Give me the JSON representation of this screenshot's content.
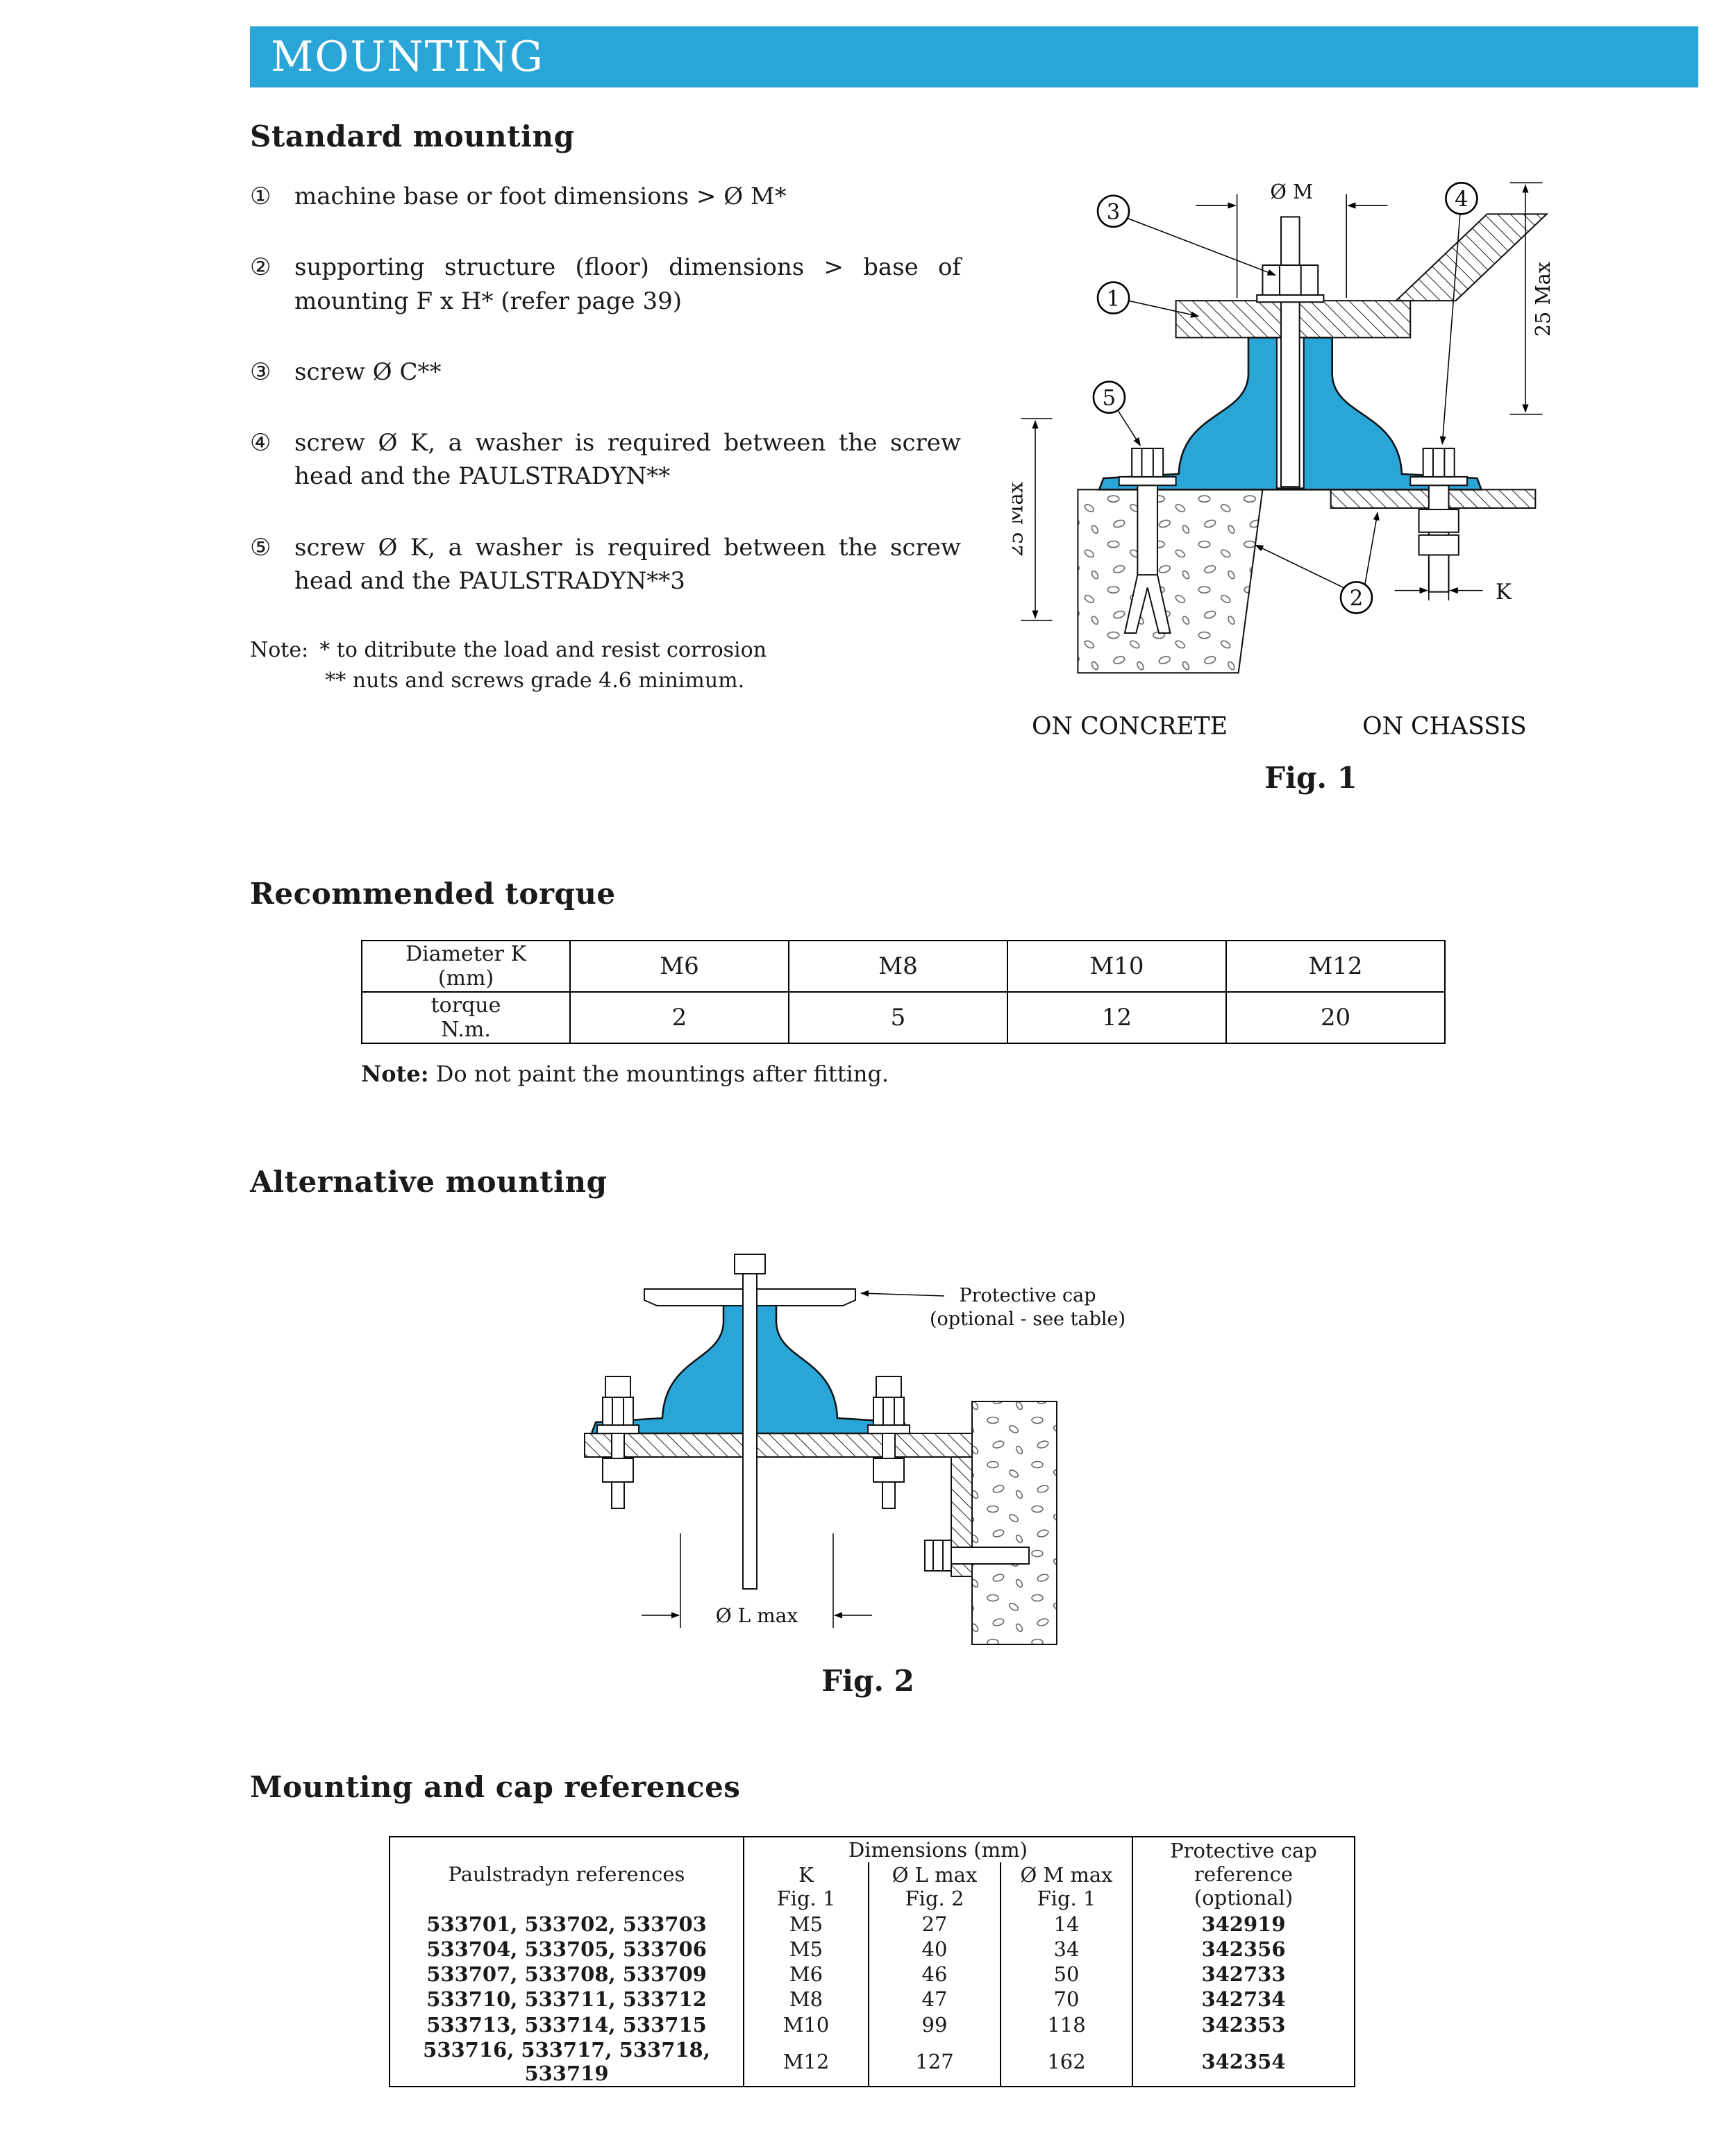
{
  "colors": {
    "accent": "#29a5d8"
  },
  "header": {
    "title": "MOUNTING"
  },
  "standard_mounting": {
    "heading": "Standard mounting",
    "items": [
      {
        "num": "①",
        "text": "machine base or foot dimensions > Ø M*"
      },
      {
        "num": "②",
        "text": "supporting structure (floor) dimensions > base of mounting F x H* (refer page 39)"
      },
      {
        "num": "③",
        "text": "screw Ø C**"
      },
      {
        "num": "④",
        "text": "screw Ø K, a washer is required between the screw head and the PAULSTRADYN**"
      },
      {
        "num": "⑤",
        "text": "screw Ø K, a washer is required between the screw head and the PAULSTRADYN**3"
      }
    ],
    "note_label": "Note:",
    "note_line1": "* to ditribute the load and resist corrosion",
    "note_line2": "** nuts and screws grade 4.6 minimum."
  },
  "fig1": {
    "dim_m": "Ø M",
    "dim_25_right": "25 Max",
    "dim_25_left": "25 Max",
    "dim_k": "K",
    "callout_1": "1",
    "callout_2": "2",
    "callout_3": "3",
    "callout_4": "4",
    "callout_5": "5",
    "label_concrete": "ON CONCRETE",
    "label_chassis": "ON CHASSIS",
    "caption": "Fig. 1"
  },
  "torque": {
    "heading": "Recommended torque",
    "table": {
      "corner_line1": "Diameter K",
      "corner_line2": "(mm)",
      "row_line1": "torque",
      "row_line2": "N.m.",
      "columns": [
        "M6",
        "M8",
        "M10",
        "M12"
      ],
      "values": [
        "2",
        "5",
        "12",
        "20"
      ]
    },
    "note_label": "Note:",
    "note_text": "Do not paint the mountings after fitting."
  },
  "alternative": {
    "heading": "Alternative mounting",
    "fig2": {
      "cap_label_line1": "Protective cap",
      "cap_label_line2": "(optional - see table)",
      "dim_l": "Ø L max",
      "caption": "Fig. 2"
    }
  },
  "references": {
    "heading": "Mounting and cap references",
    "table": {
      "col1_header": "Paulstradyn references",
      "dims_header": "Dimensions (mm)",
      "sub_headers": [
        {
          "line1": "K",
          "line2": "Fig. 1"
        },
        {
          "line1": "Ø L max",
          "line2": "Fig. 2"
        },
        {
          "line1": "Ø M max",
          "line2": "Fig. 1"
        }
      ],
      "cap_header": [
        "Protective cap",
        "reference",
        "(optional)"
      ],
      "rows": [
        {
          "refs": "533701, 533702, 533703",
          "k": "M5",
          "l_max": "27",
          "m_max": "14",
          "cap": "342919"
        },
        {
          "refs": "533704, 533705, 533706",
          "k": "M5",
          "l_max": "40",
          "m_max": "34",
          "cap": "342356"
        },
        {
          "refs": "533707, 533708, 533709",
          "k": "M6",
          "l_max": "46",
          "m_max": "50",
          "cap": "342733"
        },
        {
          "refs": "533710, 533711, 533712",
          "k": "M8",
          "l_max": "47",
          "m_max": "70",
          "cap": "342734"
        },
        {
          "refs": "533713, 533714, 533715",
          "k": "M10",
          "l_max": "99",
          "m_max": "118",
          "cap": "342353"
        },
        {
          "refs": "533716, 533717, 533718, 533719",
          "k": "M12",
          "l_max": "127",
          "m_max": "162",
          "cap": "342354"
        }
      ]
    }
  }
}
